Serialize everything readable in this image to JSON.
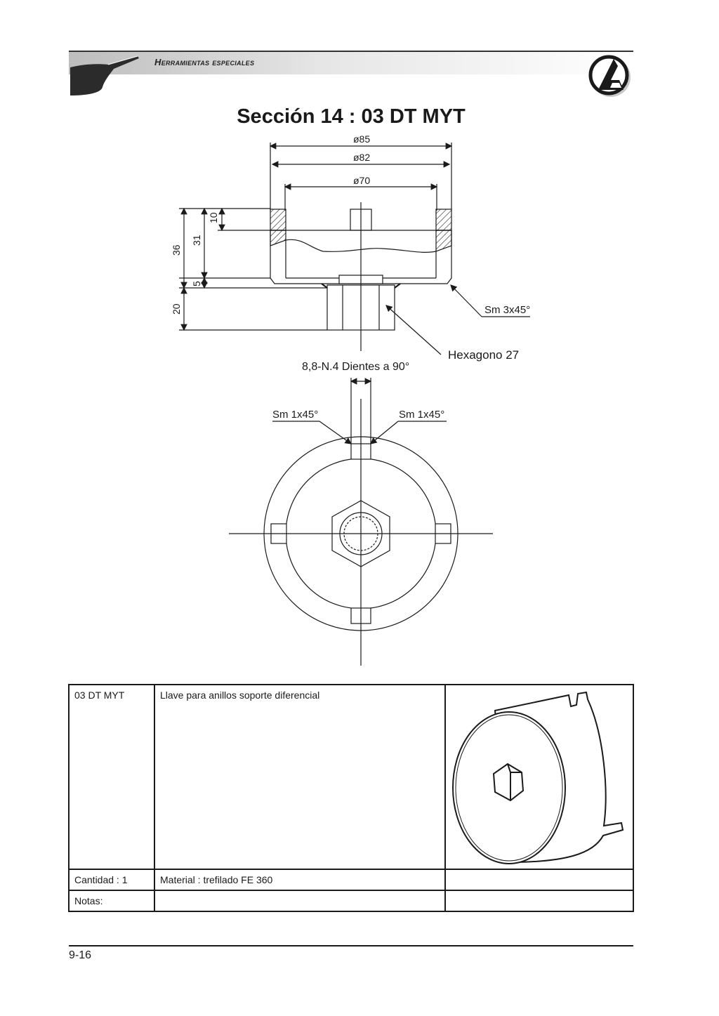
{
  "header": {
    "section_label": "Herramientas especiales",
    "hand_icon": "pointing-hand-icon",
    "logo_icon": "brand-logo-icon"
  },
  "title": "Sección 14 :  03 DT MYT",
  "drawing": {
    "dimensions": {
      "d85": "ø85",
      "d82": "ø82",
      "d70": "ø70",
      "h10": "10",
      "h31": "31",
      "h36": "36",
      "h5": "5",
      "h20": "20"
    },
    "notes": {
      "chamfer_side": "Sm 3x45°",
      "hexagon": "Hexagono 27",
      "teeth": "8,8-N.4 Dientes a 90°",
      "chamfer_left": "Sm 1x45°",
      "chamfer_right": "Sm 1x45°"
    }
  },
  "table": {
    "code": "03 DT MYT",
    "description": "Llave para anillos soporte diferencial",
    "quantity": "Cantidad : 1",
    "material": "Material : trefilado FE 360",
    "notes_label": "Notas:"
  },
  "footer": {
    "page_number": "9-16"
  }
}
